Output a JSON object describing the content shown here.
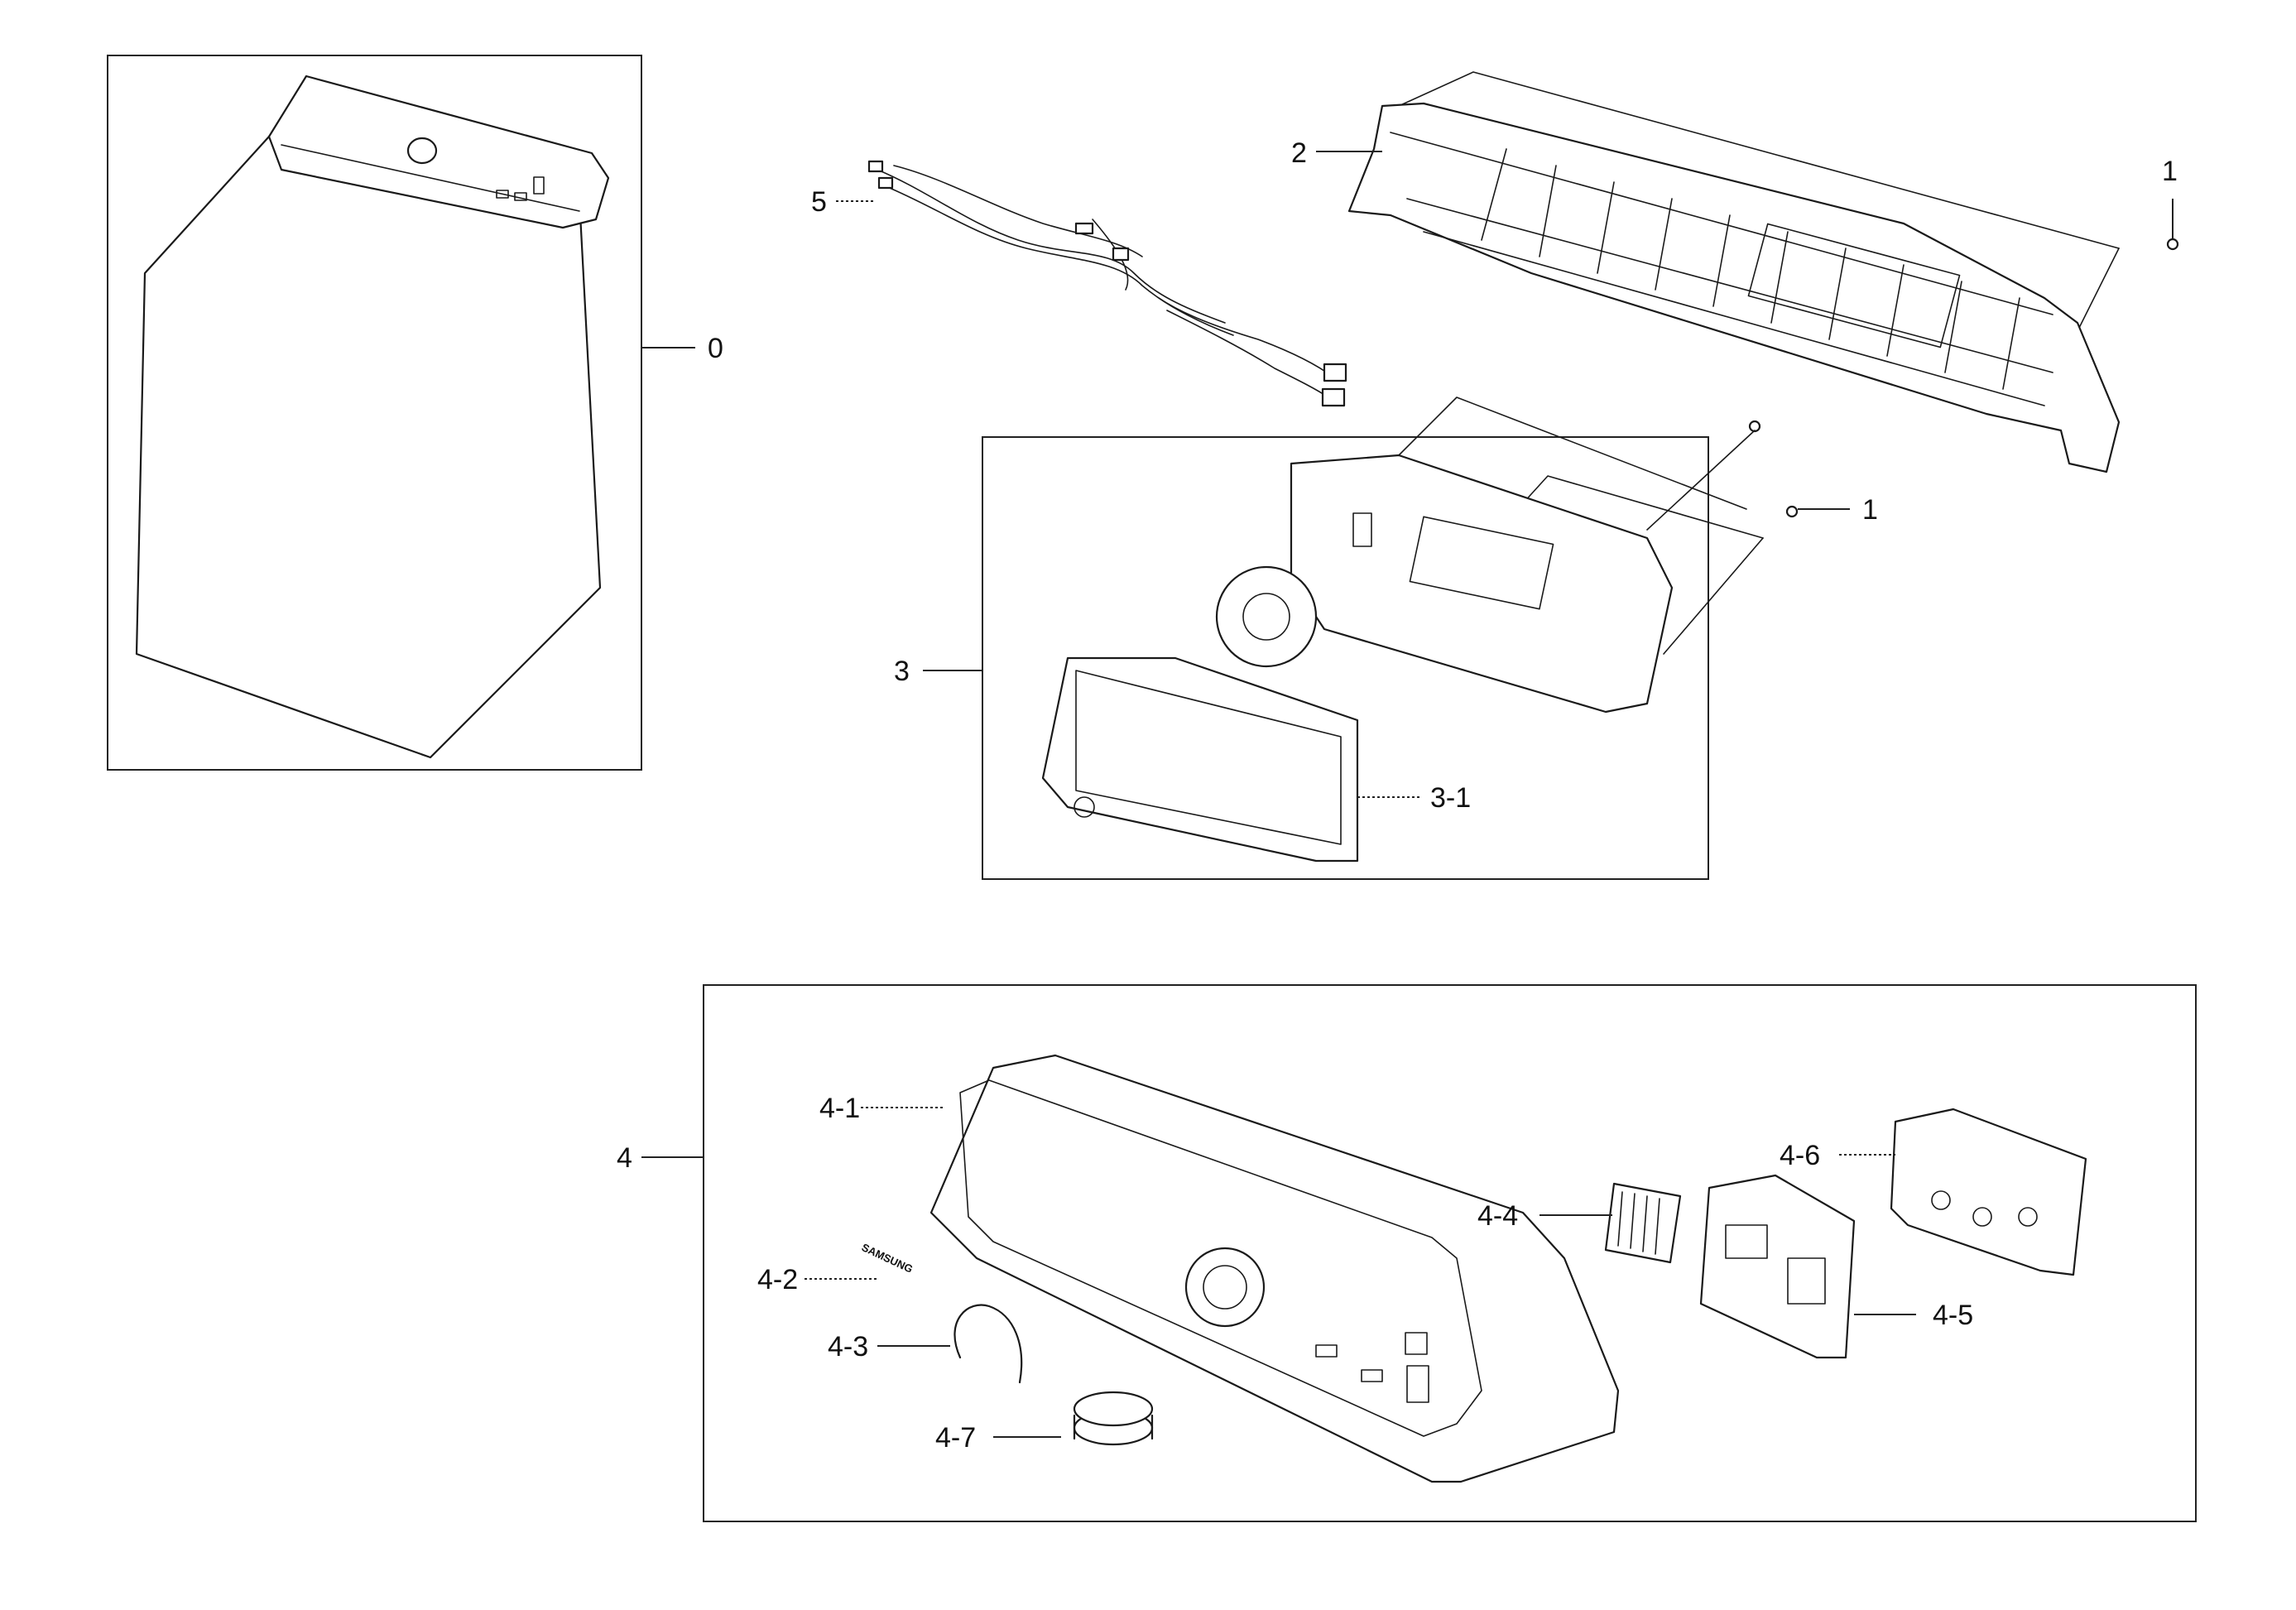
{
  "diagram": {
    "type": "exploded-parts-view",
    "callouts": {
      "c0": "0",
      "c1_top": "1",
      "c1_mid": "1",
      "c2": "2",
      "c3": "3",
      "c3_1": "3-1",
      "c4": "4",
      "c4_1": "4-1",
      "c4_2": "4-2",
      "c4_3": "4-3",
      "c4_4": "4-4",
      "c4_5": "4-5",
      "c4_6": "4-6",
      "c4_7": "4-7",
      "c5": "5"
    },
    "brand_badge_text": "SAMSUNG"
  }
}
